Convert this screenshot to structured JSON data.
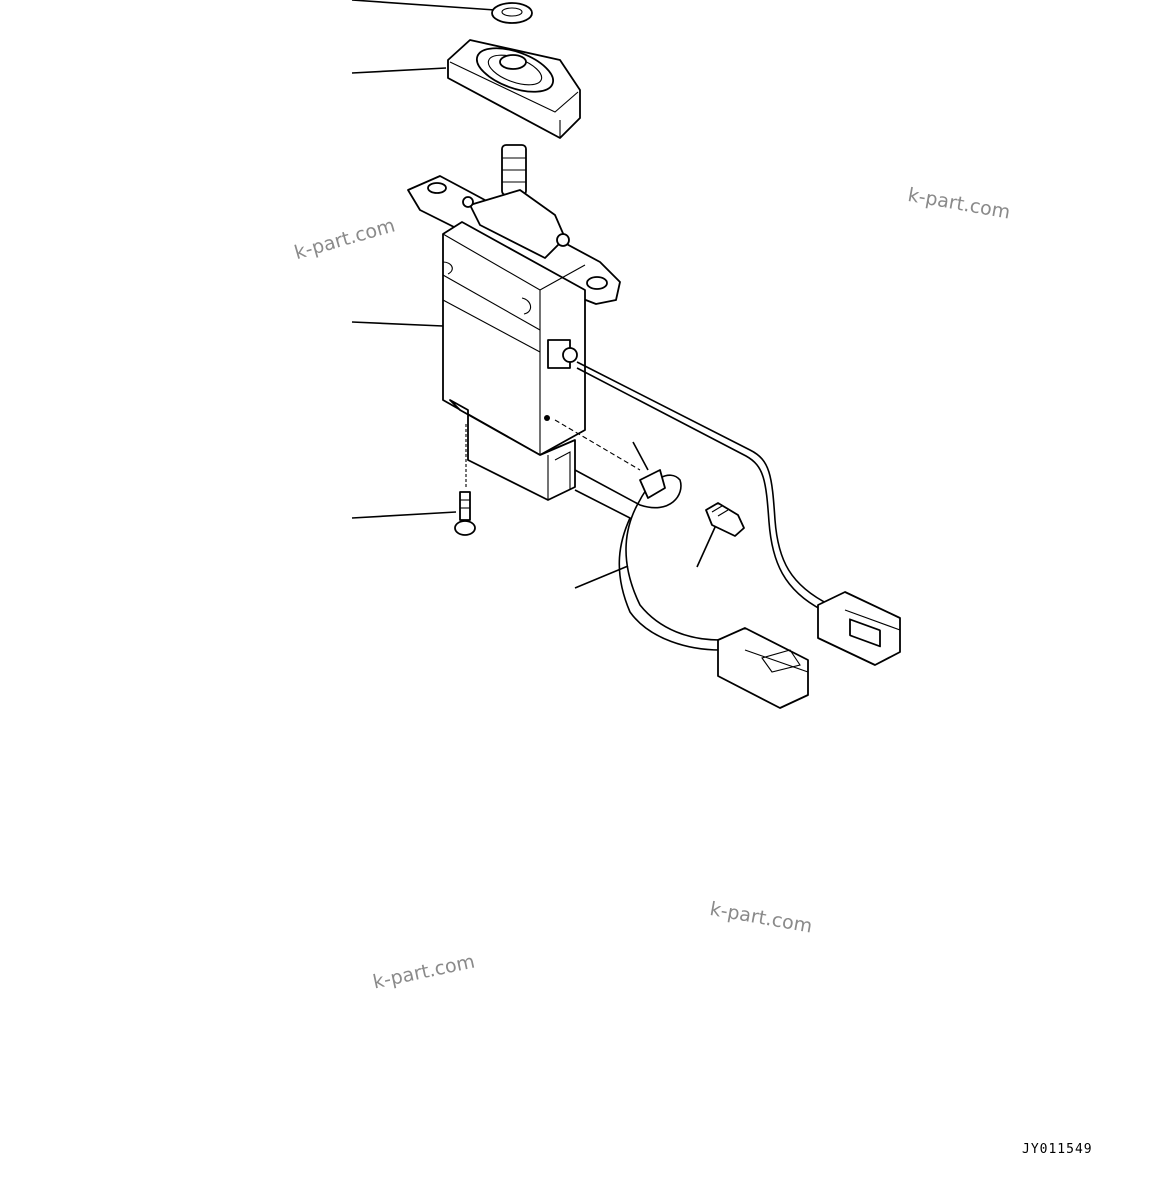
{
  "watermarks": [
    "k-part.com",
    "k-part.com",
    "k-part.com",
    "k-part.com"
  ],
  "figure_id": "JY011549"
}
